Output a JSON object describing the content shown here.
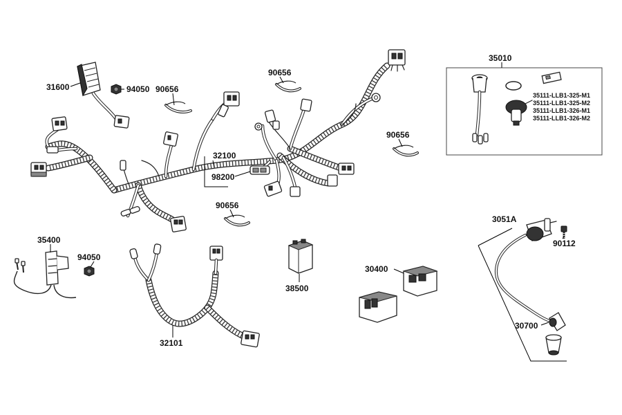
{
  "parts": {
    "p31600": "31600",
    "p94050a": "94050",
    "p90656a": "90656",
    "p90656b": "90656",
    "p90656c": "90656",
    "p90656d": "90656",
    "p32100": "32100",
    "p98200": "98200",
    "p35010": "35010",
    "p35400": "35400",
    "p94050b": "94050",
    "p38500": "38500",
    "p32101": "32101",
    "p30400": "30400",
    "p3051A": "3051A",
    "p90112": "90112",
    "p30700": "30700"
  },
  "kit_codes": [
    "35111-LLB1-325-M1",
    "35111-LLB1-325-M2",
    "35111-LLB1-326-M1",
    "35111-LLB1-326-M2"
  ],
  "colors": {
    "line": "#222222",
    "background": "#ffffff"
  }
}
